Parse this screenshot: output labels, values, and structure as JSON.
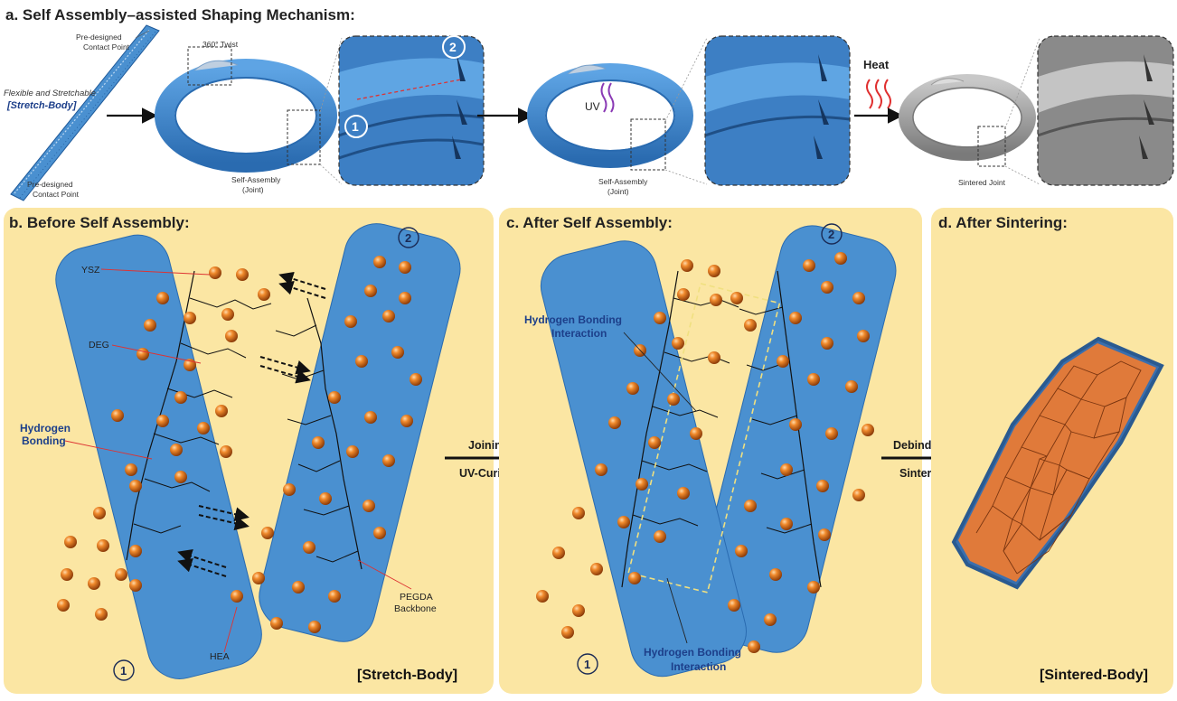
{
  "panel_a": {
    "title": "a. Self Assembly–assisted Shaping Mechanism:",
    "contact_top": [
      "Pre-designed",
      "Contact Point"
    ],
    "contact_bottom": [
      "Pre-designed",
      "Contact Point"
    ],
    "flex_label": "Flexible and Stretchable",
    "stretch_label": "[Stretch-Body]",
    "twist_label": "360° Twist",
    "joint1": [
      "Self-Assembly",
      "(Joint)"
    ],
    "uv_label": "UV",
    "joint2": [
      "Self-Assembly",
      "(Joint)"
    ],
    "heat_label": "Heat",
    "sintered_joint": "Sintered Joint",
    "num1": "1",
    "num2": "2"
  },
  "panel_b": {
    "title": "b. Before Self Assembly:",
    "ysz": "YSZ",
    "deg": "DEG",
    "hbond": [
      "Hydrogen",
      "Bonding"
    ],
    "pegda": [
      "PEGDA",
      "Backbone"
    ],
    "hea": "HEA",
    "num1": "1",
    "num2": "2",
    "body_label": "[Stretch-Body]"
  },
  "arrow_bc": {
    "top": "Joining",
    "bottom": "UV-Curing"
  },
  "panel_c": {
    "title": "c. After Self Assembly:",
    "hbond_top": [
      "Hydrogen Bonding",
      "Interaction"
    ],
    "hbond_bottom": [
      "Hydrogen Bonding",
      "Interaction"
    ],
    "num1": "1",
    "num2": "2"
  },
  "arrow_cd": {
    "top": "Debinding",
    "bottom": "Sintering"
  },
  "panel_d": {
    "title": "d. After Sintering:",
    "body_label": "[Sintered-Body]"
  },
  "colors": {
    "panel_bg": "#fbe6a3",
    "body_blue": "#4a90d0",
    "ring_blue": "#3d7fc4",
    "particle": "#e8741f",
    "grain": "#e07a3a",
    "gray": "#9a9a9a"
  }
}
